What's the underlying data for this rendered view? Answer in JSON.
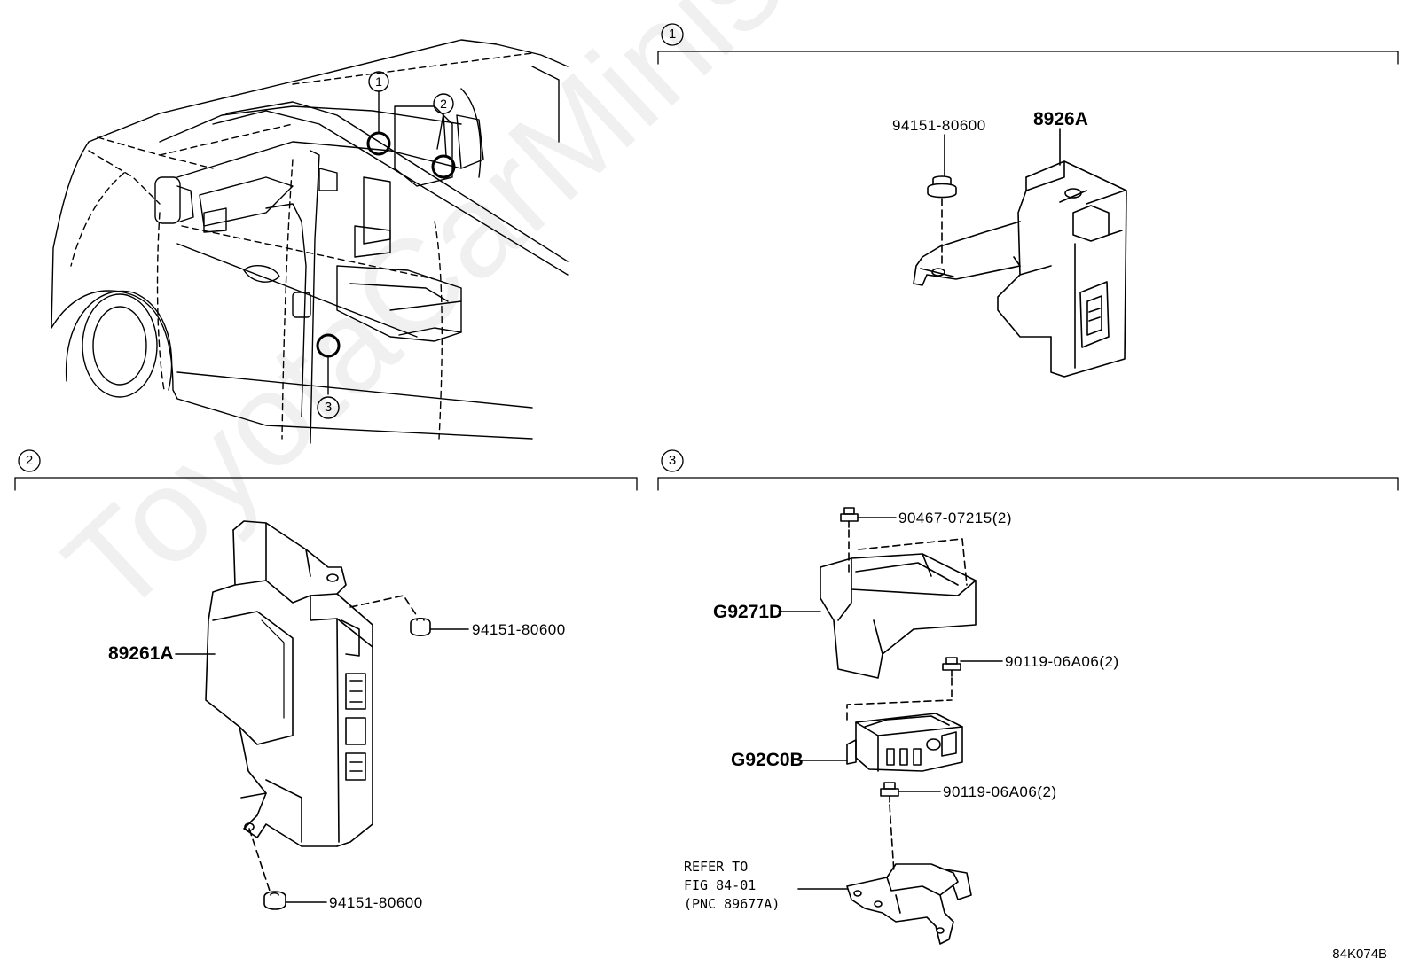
{
  "watermark": "ToyotaCarMinis.ru",
  "sections": [
    {
      "marker": "1"
    },
    {
      "marker": "2"
    },
    {
      "marker": "3"
    }
  ],
  "overview_callouts": [
    "1",
    "2",
    "3"
  ],
  "parts": {
    "s1_bolt": "94151-80600",
    "s1_ecu": "8926A",
    "s2_ecu": "89261A",
    "s2_nut_top": "94151-80600",
    "s2_nut_bottom": "94151-80600",
    "s3_screw_top": "90467-07215(2)",
    "s3_cover": "G9271D",
    "s3_bolt_mid": "90119-06A06(2)",
    "s3_module": "G92C0B",
    "s3_bolt_low": "90119-06A06(2)"
  },
  "refer_note": {
    "line1": "REFER TO",
    "line2": "FIG 84-01",
    "line3": "(PNC 89677A)"
  },
  "diagram_code": "84K074B"
}
